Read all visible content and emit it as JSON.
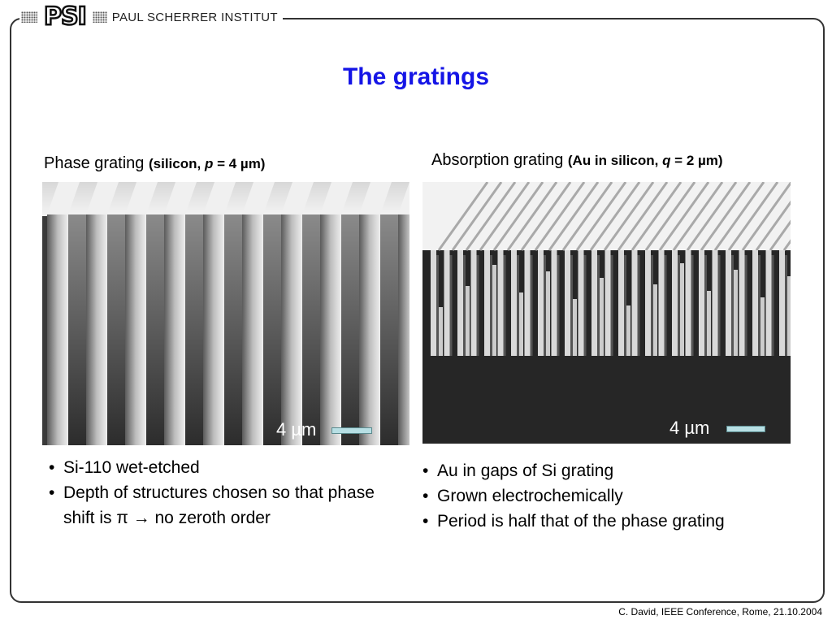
{
  "header": {
    "logo_text": "PSI",
    "institute": "PAUL SCHERRER INSTITUT"
  },
  "title": "The gratings",
  "left": {
    "caption_main": "Phase grating ",
    "caption_detail_pre": "(silicon, ",
    "caption_var": "p",
    "caption_detail_post": " = 4 µm)",
    "scale_label": "4 µm",
    "bullets": [
      "Si-110 wet-etched",
      "Depth of structures chosen so that phase shift is π → no zeroth order"
    ]
  },
  "right": {
    "caption_main": "Absorption grating ",
    "caption_detail_pre": "(Au in silicon, ",
    "caption_var": "q",
    "caption_detail_post": " = 2 µm)",
    "scale_label": "4 µm",
    "bullets": [
      "Au in gaps of Si grating",
      "Grown electrochemically",
      "Period is half that of the phase grating"
    ]
  },
  "footer": "C. David, IEEE Conference, Rome, 21.10.2004",
  "colors": {
    "title": "#1515e6",
    "scalebar": "#b7dfe4"
  }
}
